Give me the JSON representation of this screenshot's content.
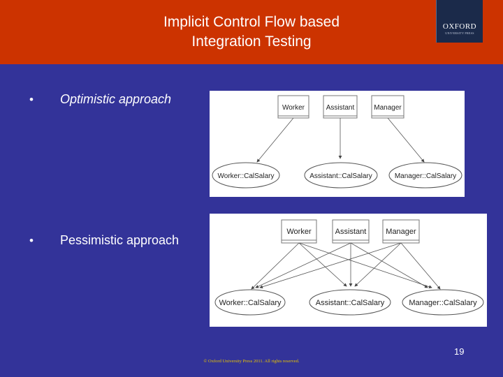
{
  "slide": {
    "title_line1": "Implicit Control Flow based",
    "title_line2": "Integration Testing",
    "page_number": "19",
    "copyright": "© Oxford University Press 2011. All rights reserved."
  },
  "logo": {
    "word": "OXFORD",
    "sub": "UNIVERSITY PRESS"
  },
  "bullets": [
    {
      "marker": "•",
      "text": "Optimistic approach"
    },
    {
      "marker": "•",
      "text": "Pessimistic approach"
    }
  ],
  "diagrams": {
    "optimistic": {
      "classes": [
        "Worker",
        "Assistant",
        "Manager"
      ],
      "methods": [
        "Worker::CalSalary",
        "Assistant::CalSalary",
        "Manager::CalSalary"
      ]
    },
    "pessimistic": {
      "classes": [
        "Worker",
        "Assistant",
        "Manager"
      ],
      "methods": [
        "Worker::CalSalary",
        "Assistant::CalSalary",
        "Manager::CalSalary"
      ]
    }
  },
  "colors": {
    "background": "#333399",
    "header": "#cc3300",
    "copyright": "#e8c400"
  }
}
